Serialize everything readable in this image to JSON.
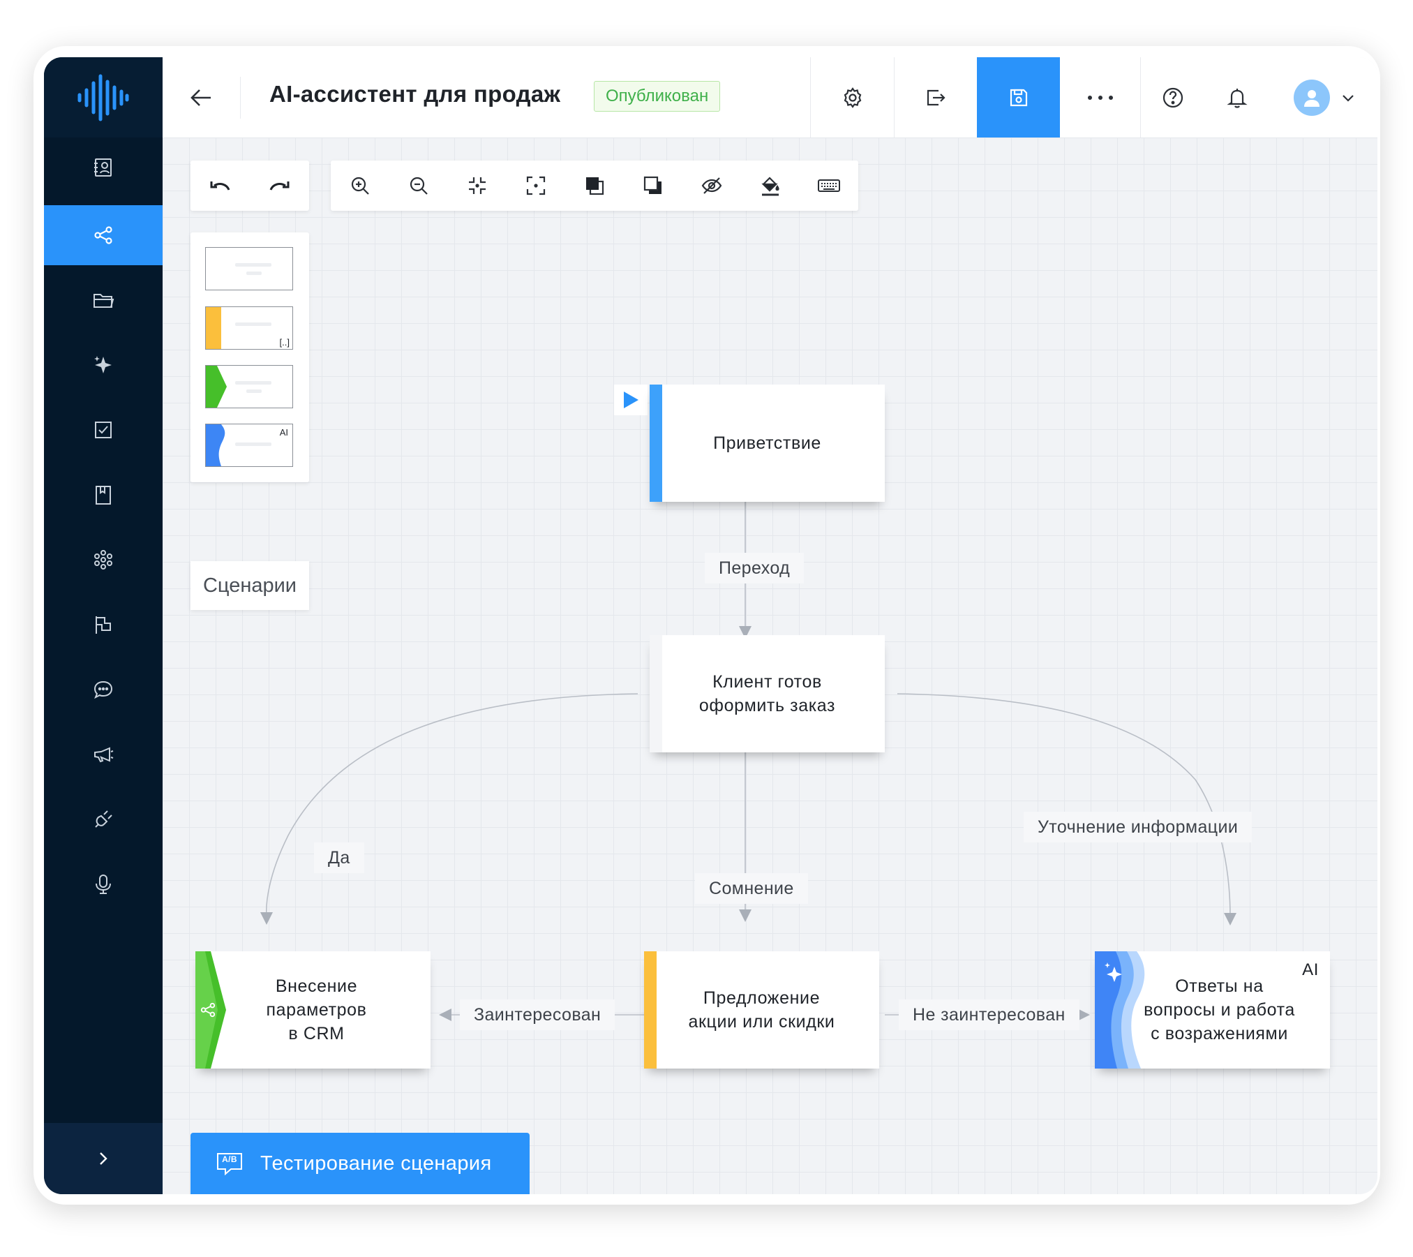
{
  "app": {
    "title": "AI-ассистент для продаж",
    "status": "Опубликован",
    "colors": {
      "accent": "#2a93fa",
      "sidebar": "#04182b",
      "published": "#3fb04a"
    }
  },
  "sidebar": {
    "items": [
      {
        "icon": "contacts-icon"
      },
      {
        "icon": "share-icon",
        "active": true
      },
      {
        "icon": "folder-icon"
      },
      {
        "icon": "sparkle-icon"
      },
      {
        "icon": "checkbox-icon"
      },
      {
        "icon": "bookmark-icon"
      },
      {
        "icon": "flower-icon"
      },
      {
        "icon": "flag-icon"
      },
      {
        "icon": "chat-icon"
      },
      {
        "icon": "megaphone-icon"
      },
      {
        "icon": "plug-icon"
      },
      {
        "icon": "microphone-icon"
      }
    ],
    "expand_icon": "chevron-right-icon"
  },
  "toolbar": {
    "tools": [
      "zoom-in-icon",
      "zoom-out-icon",
      "collapse-icon",
      "fit-screen-icon",
      "bring-front-icon",
      "send-back-icon",
      "hide-icon",
      "fill-icon",
      "keyboard-icon"
    ]
  },
  "templates": {
    "ai_label": "AI",
    "bracket_label": "[..]"
  },
  "scenarios_label": "Сценарии",
  "test_button_label": "Тестирование сценария",
  "ab_icon_label": "A/B",
  "nodes": {
    "greeting": "Приветствие",
    "ready": [
      "Клиент готов",
      "оформить заказ"
    ],
    "crm": [
      "Внесение",
      "параметров",
      "в CRM"
    ],
    "offer": [
      "Предложение",
      "акции или скидки"
    ],
    "answers": [
      "Ответы на",
      "вопросы и работа",
      "с возражениями"
    ],
    "ai_badge": "AI"
  },
  "edges": {
    "transition": "Переход",
    "yes": "Да",
    "doubt": "Сомнение",
    "clarify": "Уточнение информации",
    "interested": "Заинтересован",
    "not_interested": "Не заинтересован"
  }
}
